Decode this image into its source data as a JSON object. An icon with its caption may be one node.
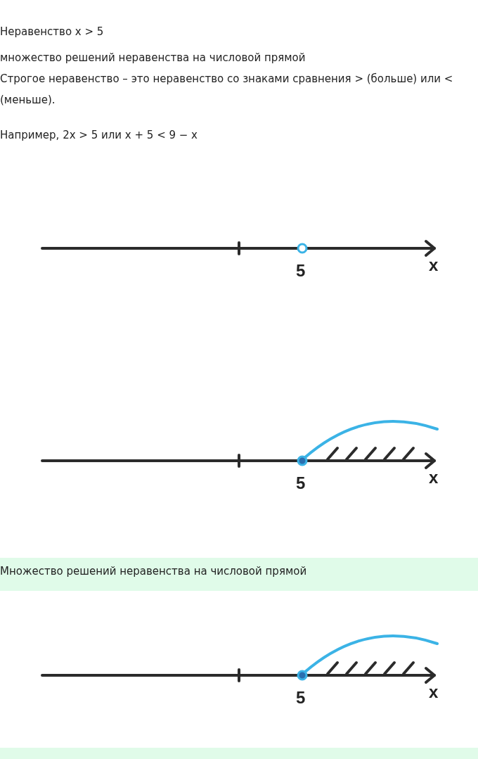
{
  "diagram": {
    "labels": [
      "Неравенство x > 5",
      "множество решений неравенства на числовой прямой",
      "Строгое неравенство – это неравенство со знаками сравнения > (больше) или < (меньше).",
      "Например, 2x > 5 или x + 5 < 9 − x",
      "5",
      "x",
      "5",
      "x",
      "Множество решений неравенства на числовой прямой",
      "5",
      "x"
    ]
  }
}
